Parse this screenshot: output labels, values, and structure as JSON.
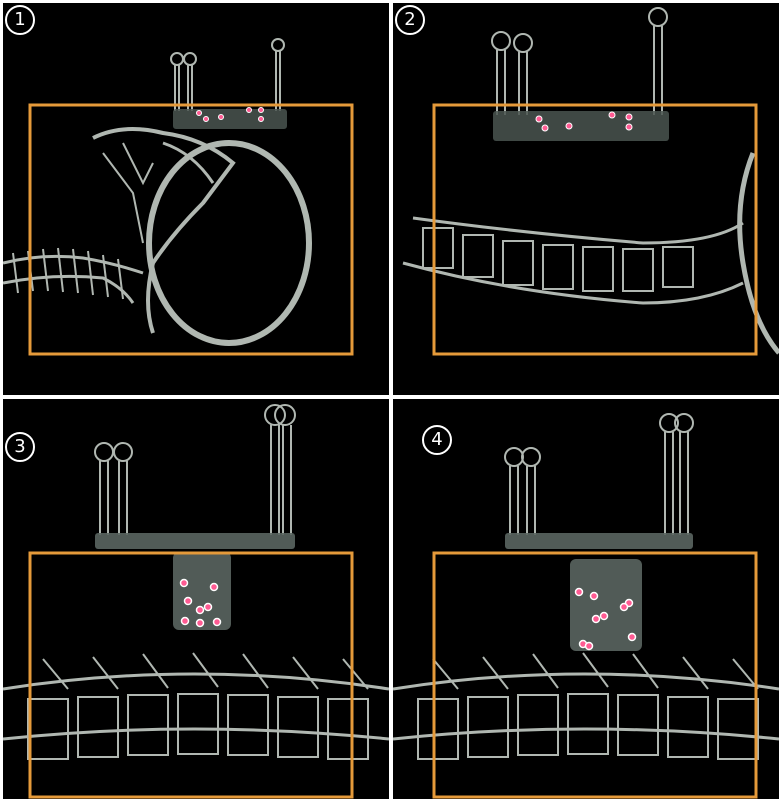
{
  "panels": [
    {
      "number": "1",
      "view": "skull-and-cervical-spine-lateral",
      "frame_color": "#E59A3A"
    },
    {
      "number": "2",
      "view": "cervical-spine-closeup-lateral",
      "frame_color": "#E59A3A"
    },
    {
      "number": "3",
      "view": "spine-with-marker-block",
      "frame_color": "#E59A3A"
    },
    {
      "number": "4",
      "view": "spine-with-marker-block-offset",
      "frame_color": "#E59A3A"
    }
  ],
  "colors": {
    "bone": "#cfd8d0",
    "marker": "#ff5b93",
    "background": "#000000",
    "frame": "#E59A3A"
  }
}
